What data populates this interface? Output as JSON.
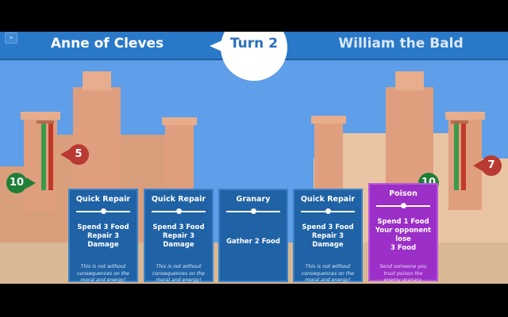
{
  "header": {
    "player_left": "Anne of Cleves",
    "player_right": "William the Bald",
    "turn": "Turn 2",
    "menu_icon": "menu-icon"
  },
  "left_castle": {
    "stat_red": "5",
    "stat_green": "10"
  },
  "right_castle": {
    "stat_red": "7",
    "stat_green": "10"
  },
  "cards": [
    {
      "title": "Quick Repair",
      "effect_line1": "Spend 3 Food",
      "effect_line2": "Repair 3 Damage",
      "flavor": "This is not without consequences on the moral and energy!"
    },
    {
      "title": "Quick Repair",
      "effect_line1": "Spend 3 Food",
      "effect_line2": "Repair 3 Damage",
      "flavor": "This is not without consequences on the moral and energy!"
    },
    {
      "title": "Granary",
      "effect_line1": "Gather 2 Food",
      "effect_line2": "",
      "flavor": ""
    },
    {
      "title": "Quick Repair",
      "effect_line1": "Spend 3 Food",
      "effect_line2": "Repair 3 Damage",
      "flavor": "This is not without consequences on the moral and energy!"
    },
    {
      "title": "Poison",
      "effect_line1": "Spend 1 Food",
      "effect_line2": "Your opponent lose",
      "effect_line3": "3 Food",
      "flavor": "Send someone you trust poison the enemy granary."
    }
  ],
  "colors": {
    "sky": "#5f9ee8",
    "header": "#2a78c8",
    "card_blue": "#1f62a5",
    "card_purple": "#9b2fc7",
    "tag_red": "#b93a32",
    "tag_green": "#1e7f36"
  }
}
